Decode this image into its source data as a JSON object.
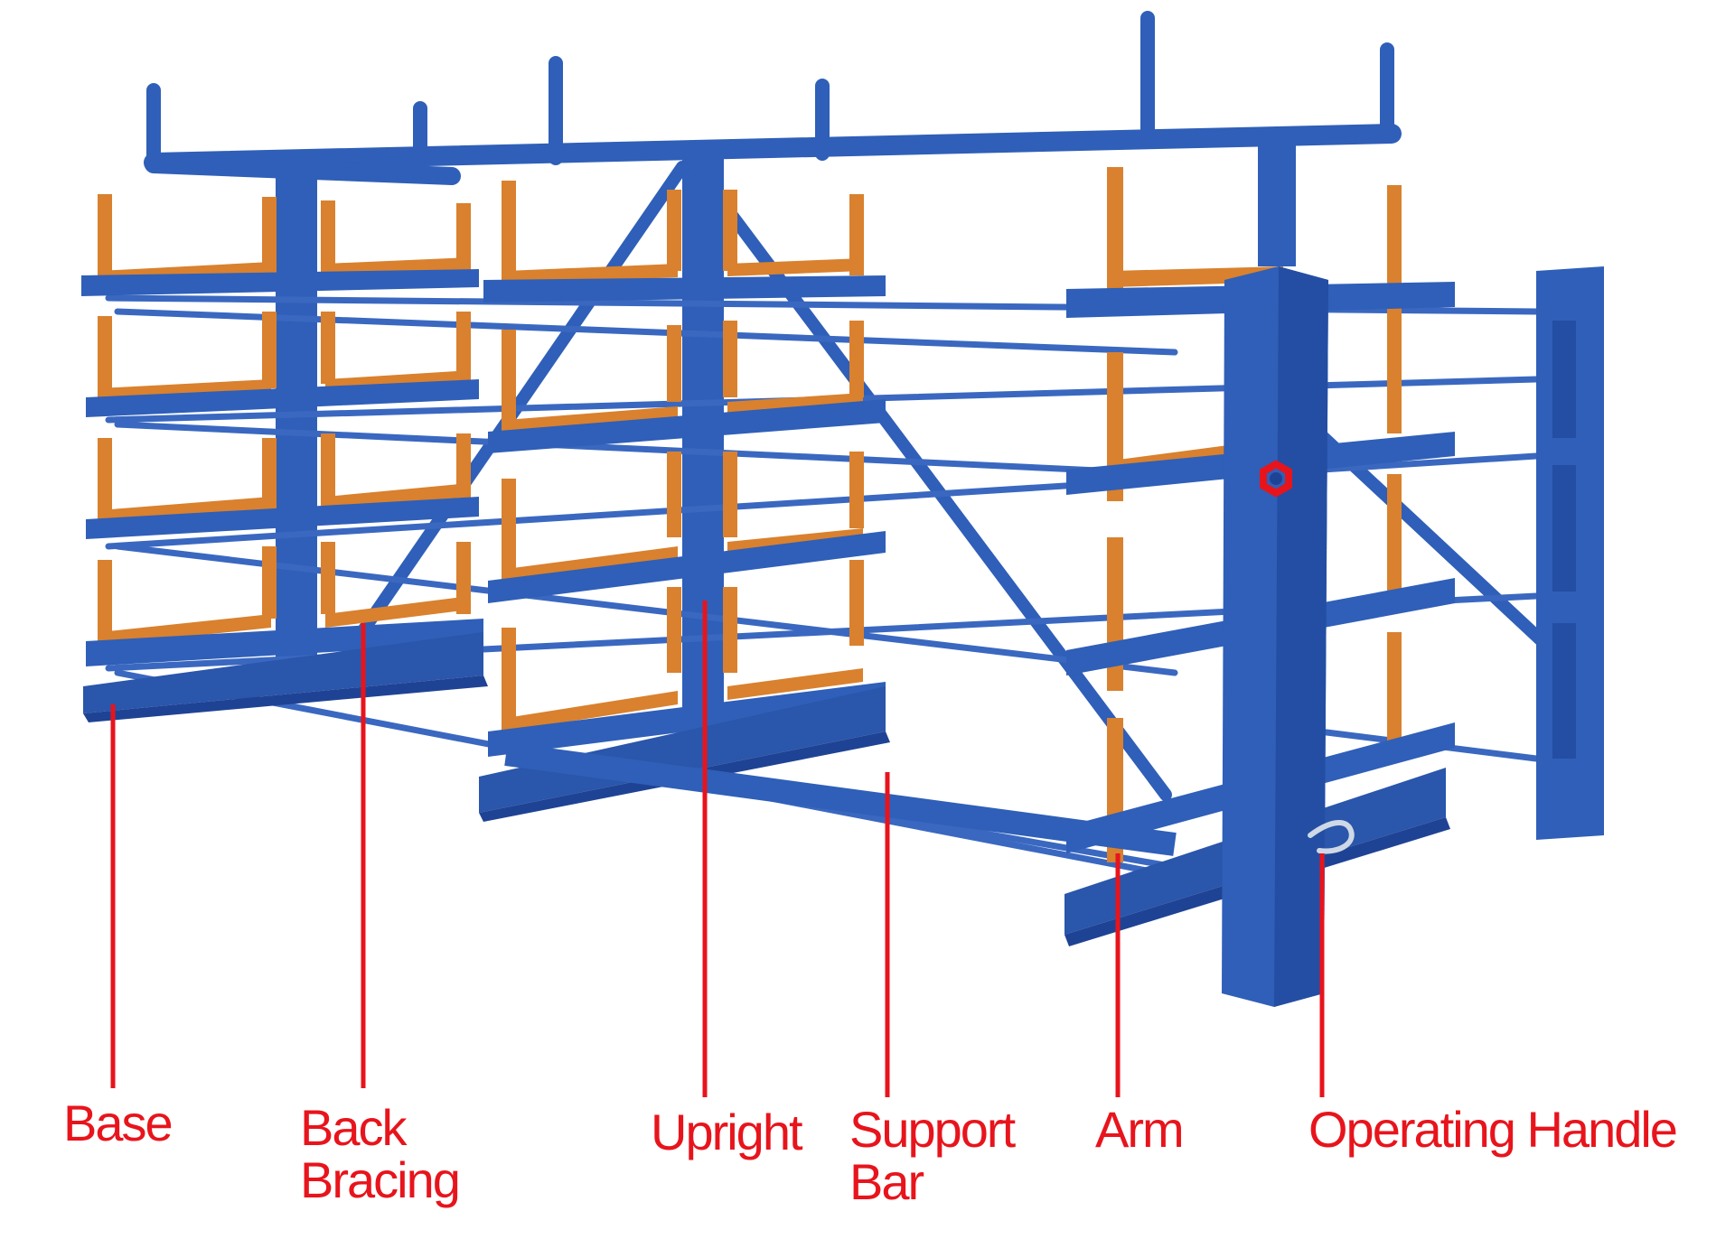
{
  "colors": {
    "frame_blue": "#2f5fb8",
    "frame_blue_dark": "#1f4394",
    "frame_blue_light": "#4f7fd4",
    "arm_orange": "#d9812e",
    "arm_orange_dark": "#b8651c",
    "callout_red": "#e8141c",
    "background": "#ffffff"
  },
  "labels": {
    "base": "Base",
    "back_bracing_line1": "Back",
    "back_bracing_line2": "Bracing",
    "upright": "Upright",
    "support_bar_line1": "Support",
    "support_bar_line2": "Bar",
    "arm": "Arm",
    "operating_handle": "Operating Handle"
  }
}
